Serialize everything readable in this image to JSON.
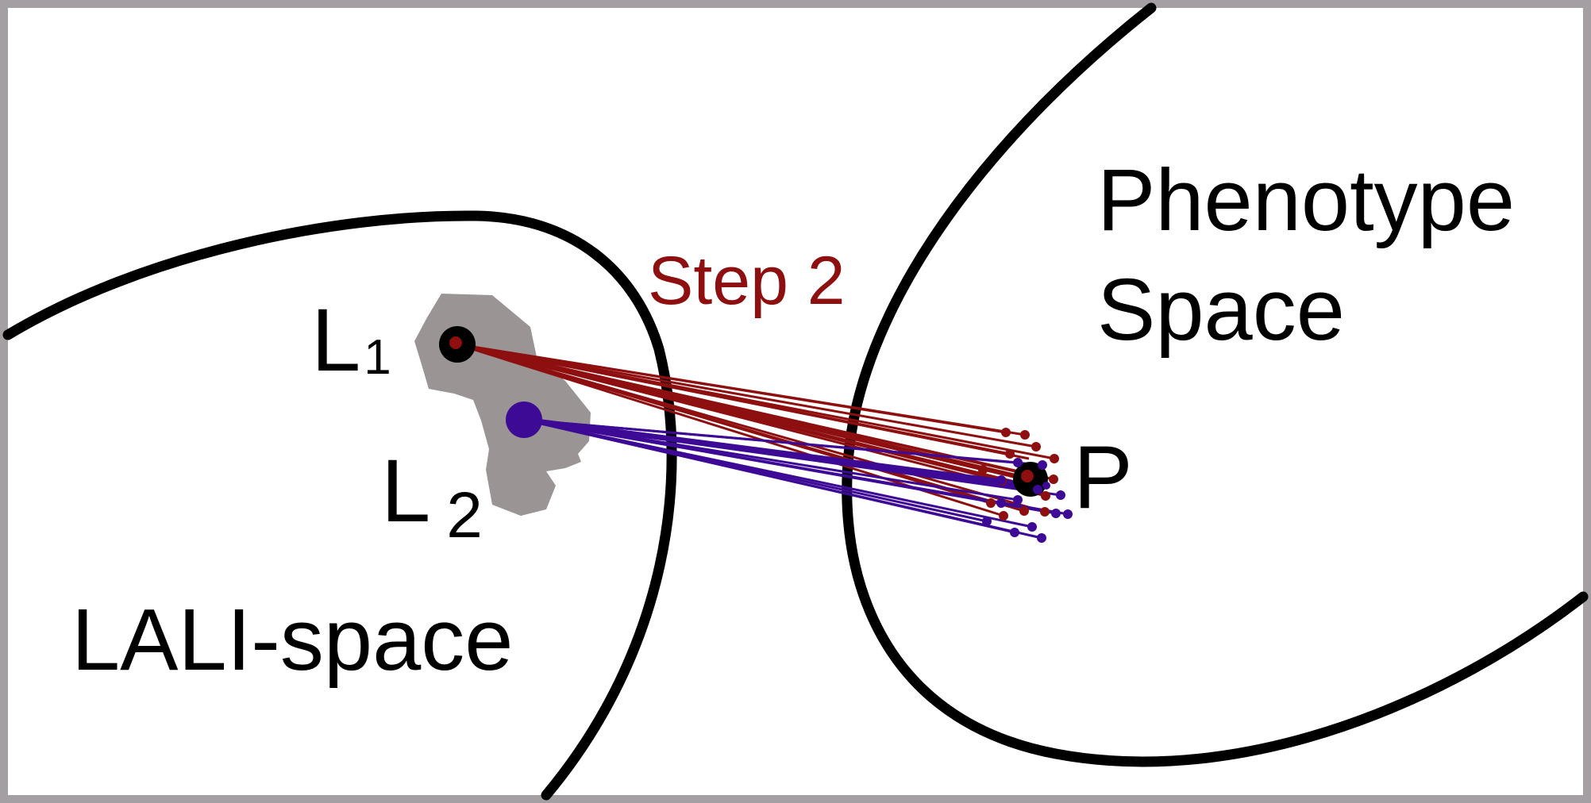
{
  "labels": {
    "lali_space": "LALI-space",
    "phenotype_line1": "Phenotype",
    "phenotype_line2": "Space",
    "step": "Step 2",
    "l1_base": "L",
    "l1_sub": "1",
    "l2_base": "L",
    "l2_sub": "2",
    "p": "P"
  },
  "colors": {
    "frame": "#a49fa3",
    "outline": "#000000",
    "cluster": "#9a9495",
    "red": "#8e0f0f",
    "purple": "#3d0a96",
    "step_text": "#8e0f0f",
    "text": "#000000"
  },
  "icons": {
    "l1_node": "black-dot-icon",
    "l2_node": "purple-dot-icon",
    "p_node": "black-dot-icon"
  }
}
